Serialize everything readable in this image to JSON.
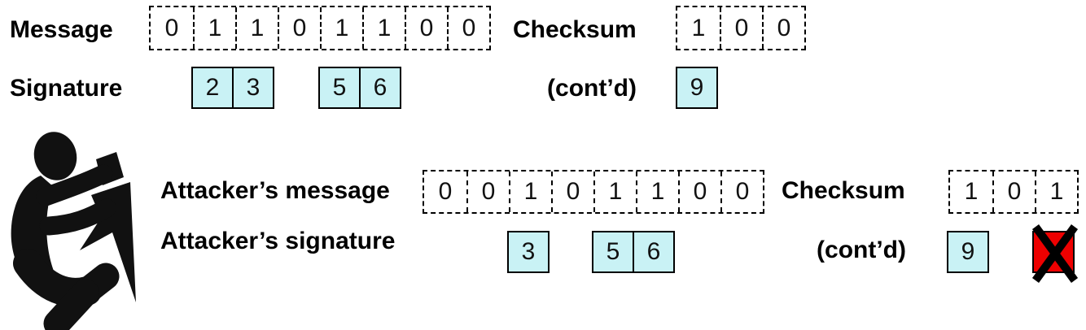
{
  "colors": {
    "cell_fill": "#c9f2f5",
    "invalid_fill": "#ee0000",
    "ink": "#000000"
  },
  "legit": {
    "message_label": "Message",
    "message_bits": [
      "0",
      "1",
      "1",
      "0",
      "1",
      "1",
      "0",
      "0"
    ],
    "checksum_label": "Checksum",
    "checksum_bits": [
      "1",
      "0",
      "0"
    ],
    "signature_label": "Signature",
    "contd_label": "(cont’d)",
    "sig_pair1": [
      "2",
      "3"
    ],
    "sig_pair2": [
      "5",
      "6"
    ],
    "sig_checksum_value": "9"
  },
  "attacker": {
    "message_label": "Attacker’s message",
    "message_bits": [
      "0",
      "0",
      "1",
      "0",
      "1",
      "1",
      "0",
      "0"
    ],
    "checksum_label": "Checksum",
    "checksum_bits": [
      "1",
      "0",
      "1"
    ],
    "signature_label": "Attacker’s signature",
    "contd_label": "(cont’d)",
    "sig_single": "3",
    "sig_pair": [
      "5",
      "6"
    ],
    "sig_checksum_value": "9"
  }
}
